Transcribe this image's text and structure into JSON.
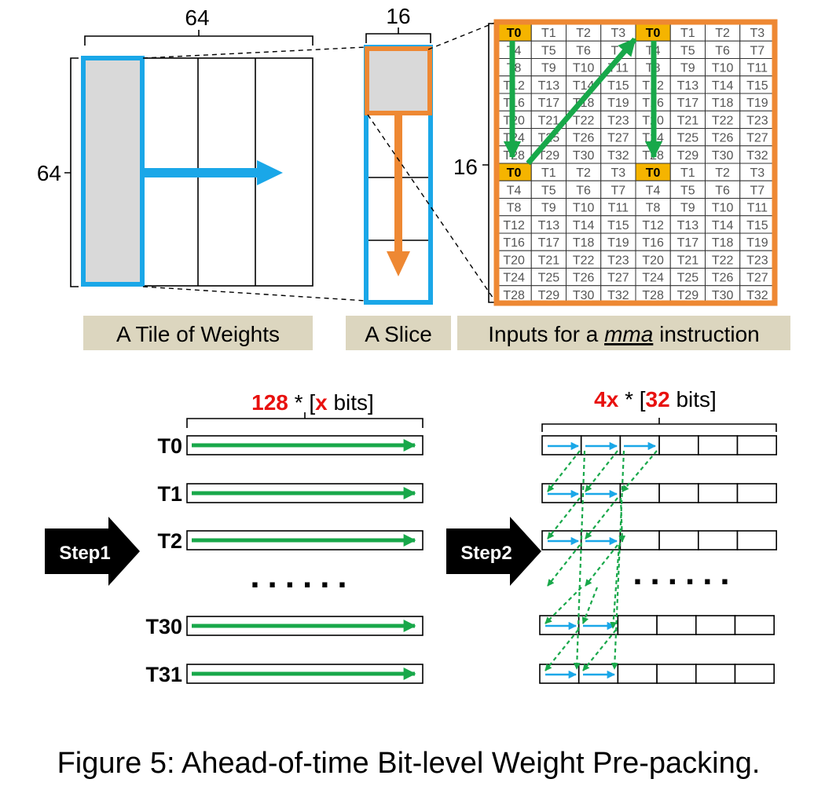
{
  "top": {
    "tile_width_label": "64",
    "tile_height_label": "64",
    "slice_width_label": "16",
    "mma_height_label": "16",
    "tile_caption": "A Tile of Weights",
    "slice_caption": "A Slice",
    "mma_caption_pre": "Inputs for a ",
    "mma_caption_em": "mma",
    "mma_caption_post": " instruction"
  },
  "mma_grid": {
    "rows": [
      [
        "T0",
        "T1",
        "T2",
        "T3",
        "T0",
        "T1",
        "T2",
        "T3"
      ],
      [
        "T4",
        "T5",
        "T6",
        "T7",
        "T4",
        "T5",
        "T6",
        "T7"
      ],
      [
        "T8",
        "T9",
        "T10",
        "T11",
        "T8",
        "T9",
        "T10",
        "T11"
      ],
      [
        "T12",
        "T13",
        "T14",
        "T15",
        "T12",
        "T13",
        "T14",
        "T15"
      ],
      [
        "T16",
        "T17",
        "T18",
        "T19",
        "T16",
        "T17",
        "T18",
        "T19"
      ],
      [
        "T20",
        "T21",
        "T22",
        "T23",
        "T20",
        "T21",
        "T22",
        "T23"
      ],
      [
        "T24",
        "T25",
        "T26",
        "T27",
        "T24",
        "T25",
        "T26",
        "T27"
      ],
      [
        "T28",
        "T29",
        "T30",
        "T32",
        "T28",
        "T29",
        "T30",
        "T32"
      ],
      [
        "T0",
        "T1",
        "T2",
        "T3",
        "T0",
        "T1",
        "T2",
        "T3"
      ],
      [
        "T4",
        "T5",
        "T6",
        "T7",
        "T4",
        "T5",
        "T6",
        "T7"
      ],
      [
        "T8",
        "T9",
        "T10",
        "T11",
        "T8",
        "T9",
        "T10",
        "T11"
      ],
      [
        "T12",
        "T13",
        "T14",
        "T15",
        "T12",
        "T13",
        "T14",
        "T15"
      ],
      [
        "T16",
        "T17",
        "T18",
        "T19",
        "T16",
        "T17",
        "T18",
        "T19"
      ],
      [
        "T20",
        "T21",
        "T22",
        "T23",
        "T20",
        "T21",
        "T22",
        "T23"
      ],
      [
        "T24",
        "T25",
        "T26",
        "T27",
        "T24",
        "T25",
        "T26",
        "T27"
      ],
      [
        "T28",
        "T29",
        "T30",
        "T32",
        "T28",
        "T29",
        "T30",
        "T32"
      ]
    ],
    "highlight_color": "#f5b400"
  },
  "step1": {
    "label": "Step1",
    "header_count": "128",
    "header_mid": " * [",
    "header_var": "x",
    "header_unit": " bits]",
    "threads": [
      "T0",
      "T1",
      "T2",
      "T30",
      "T31"
    ],
    "ellipsis": "......"
  },
  "step2": {
    "label": "Step2",
    "header_count": "4x",
    "header_mid": " * [",
    "header_var": "32",
    "header_unit": " bits]",
    "ellipsis": "......"
  },
  "caption": "Figure 5: Ahead-of-time Bit-level Weight Pre-packing.",
  "colors": {
    "tile_blue": "#1aa7e8",
    "slice_orange": "#ee8833",
    "arrow_green": "#18a84a",
    "caption_bg": "#dcd6bf",
    "highlight_red": "#e8110f"
  }
}
